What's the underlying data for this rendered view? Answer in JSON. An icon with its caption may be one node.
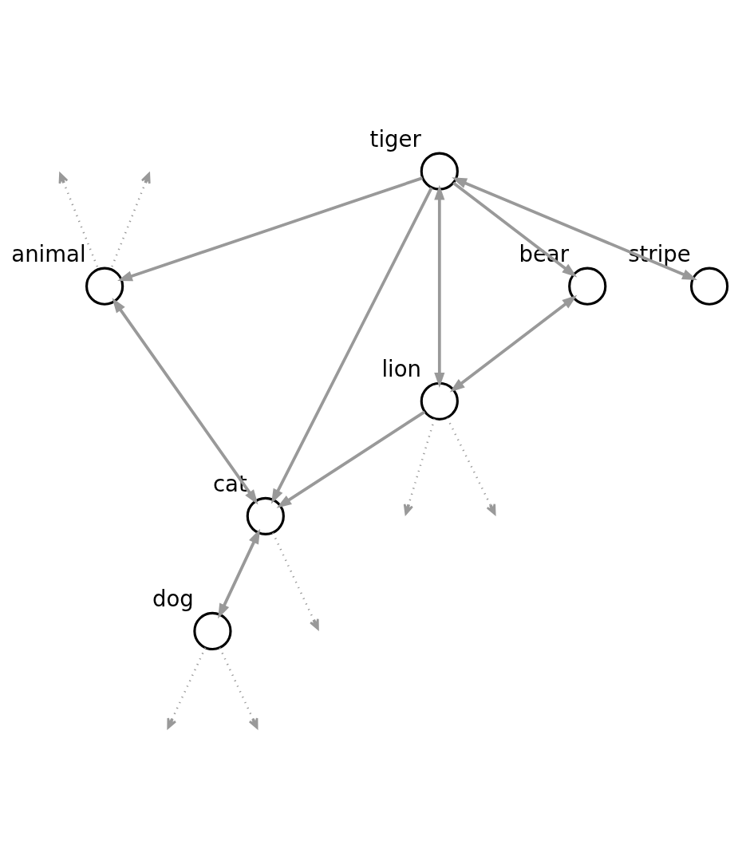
{
  "diagram": {
    "nodes": [
      {
        "text": [],
        "shape": "circle",
        "beside": [
          "animal"
        ]
      },
      {
        "text": [],
        "shape": "circle",
        "beside": [
          "stripe"
        ]
      },
      {
        "text": [],
        "shape": "circle",
        "beside": [
          "bear"
        ]
      },
      {
        "text": [],
        "shape": "circle",
        "beside": [
          "tiger"
        ]
      },
      {
        "text": [],
        "shape": "circle",
        "beside": [
          "lion"
        ]
      },
      {
        "text": [],
        "shape": "circle",
        "beside": [
          "cat"
        ]
      },
      {
        "text": [],
        "shape": "circle",
        "beside": [
          "dog"
        ]
      }
    ],
    "edges": [
      {
        "from": 0,
        "to": null,
        "arrow": "to",
        "style": "dashed"
      },
      {
        "from": 0,
        "to": null,
        "arrow": "to",
        "style": "dashed"
      },
      {
        "from": 3,
        "to": 0,
        "arrow": "to"
      },
      {
        "from": 3,
        "to": 1,
        "arrow": "both"
      },
      {
        "from": 3,
        "to": 2,
        "arrow": "to"
      },
      {
        "from": 0,
        "to": 5,
        "arrow": "both"
      },
      {
        "from": 3,
        "to": 5,
        "arrow": "to"
      },
      {
        "from": 2,
        "to": 4,
        "arrow": "both"
      },
      {
        "from": 3,
        "to": 4,
        "arrow": "both"
      },
      {
        "from": 4,
        "to": 5,
        "arrow": "to"
      },
      {
        "from": 4,
        "to": null,
        "arrow": "to",
        "style": "dashed"
      },
      {
        "from": 4,
        "to": null,
        "arrow": "to",
        "style": "dashed"
      },
      {
        "from": 5,
        "to": 6,
        "arrow": "both"
      },
      {
        "from": 5,
        "to": null,
        "arrow": "to",
        "style": "dashed"
      },
      {
        "from": 6,
        "to": null,
        "arrow": "to",
        "style": "dashed"
      },
      {
        "from": 6,
        "to": null,
        "arrow": "to",
        "style": "dashed"
      }
    ]
  }
}
